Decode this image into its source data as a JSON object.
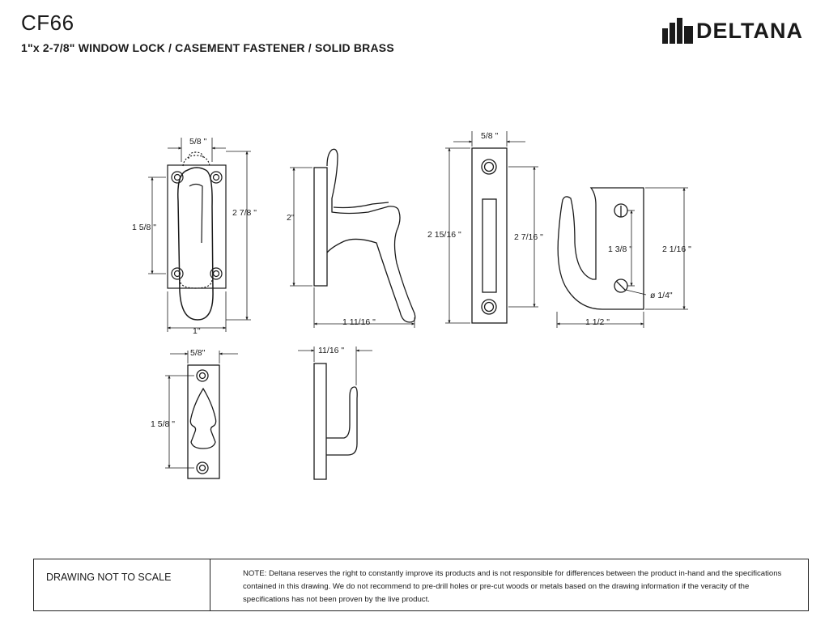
{
  "header": {
    "code": "CF66",
    "description": "1\"x 2-7/8\" WINDOW LOCK / CASEMENT FASTENER / SOLID BRASS",
    "brand": "DELTANA"
  },
  "dimensions": {
    "front": {
      "top_width": "5/8 \"",
      "height": "2 7/8 \"",
      "hole_spacing": "1 5/8 \"",
      "base_width": "1\""
    },
    "side": {
      "height": "2\"",
      "depth": "1 11/16 \""
    },
    "keeper_front": {
      "width": "5/8 \"",
      "height": "2 15/16 \"",
      "slot_spacing": "2  7/16 \""
    },
    "keeper_side": {
      "height": "2  1/16 \"",
      "hole_spacing": "1 3/8 \"",
      "hole_dia": "ø 1/4\"",
      "depth": "1 1/2 \""
    },
    "mortise_front": {
      "width": "5/8\"",
      "hole_spacing": "1 5/8 \""
    },
    "mortise_side": {
      "depth": "11/16 \""
    }
  },
  "footer": {
    "scale_note": "DRAWING NOT TO SCALE",
    "disclaimer": "NOTE: Deltana reserves the right to constantly improve its products and is not responsible for differences between the product in-hand and the specifications contained in this drawing.  We do not recommend to pre-drill holes or pre-cut woods or metals based on the drawing information if the veracity of the specifications has not been proven by the live product."
  }
}
